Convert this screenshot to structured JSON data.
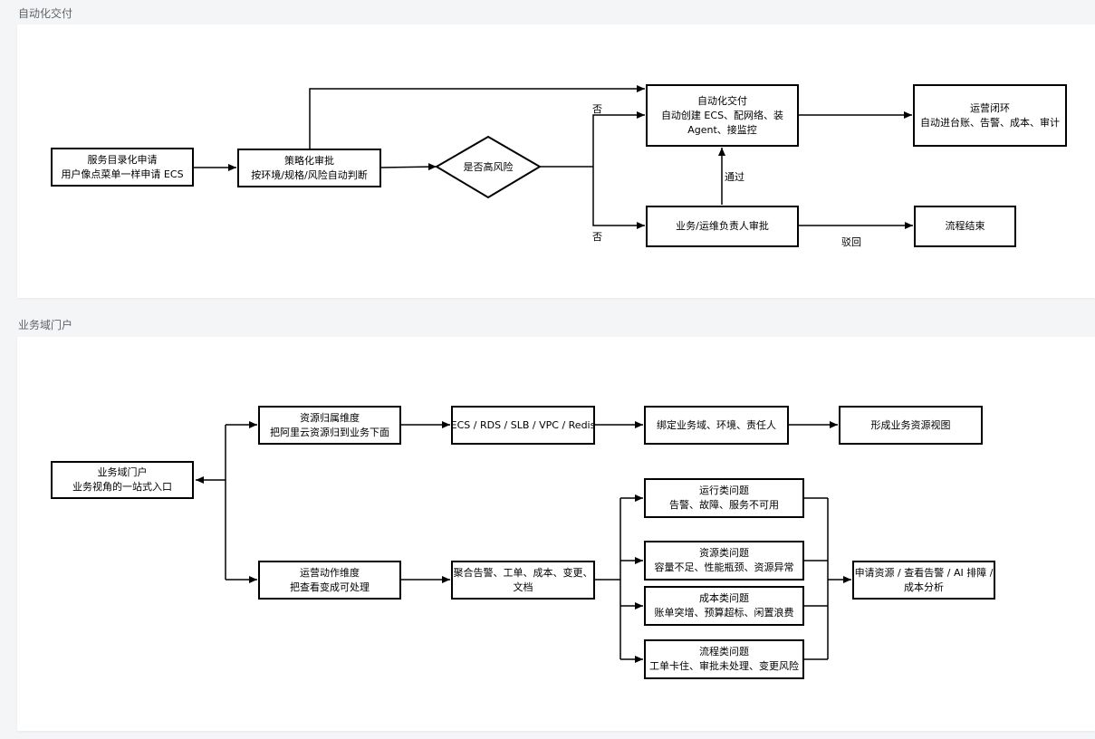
{
  "sections": {
    "delivery": {
      "title": "自动化交付",
      "nodes": {
        "catalog": {
          "line1": "服务目录化申请",
          "line2": "用户像点菜单一样申请 ECS"
        },
        "policy": {
          "line1": "策略化审批",
          "line2": "按环境/规格/风险自动判断"
        },
        "risk": {
          "label": "是否高风险"
        },
        "auto": {
          "line1": "自动化交付",
          "line2": "自动创建 ECS、配网络、装",
          "line3": "Agent、接监控"
        },
        "ops": {
          "line1": "运营闭环",
          "line2": "自动进台账、告警、成本、审计"
        },
        "approve": {
          "line1": "业务/运维负责人审批"
        },
        "end": {
          "line1": "流程结束"
        }
      },
      "edge_labels": {
        "no_top": "否",
        "no_bottom": "否",
        "pass": "通过",
        "reject": "驳回"
      }
    },
    "portal": {
      "title": "业务域门户",
      "nodes": {
        "portal": {
          "line1": "业务域门户",
          "line2": "业务视角的一站式入口"
        },
        "resource_dim": {
          "line1": "资源归属维度",
          "line2": "把阿里云资源归到业务下面"
        },
        "resource_types": {
          "line1": "ECS / RDS / SLB / VPC / Redis"
        },
        "bind": {
          "line1": "绑定业务域、环境、责任人"
        },
        "view": {
          "line1": "形成业务资源视图"
        },
        "action_dim": {
          "line1": "运营动作维度",
          "line2": "把查看变成可处理"
        },
        "aggregate": {
          "line1": "聚合告警、工单、成本、变更、",
          "line2": "文档"
        },
        "run_issue": {
          "line1": "运行类问题",
          "line2": "告警、故障、服务不可用"
        },
        "res_issue": {
          "line1": "资源类问题",
          "line2": "容量不足、性能瓶颈、资源异常"
        },
        "cost_issue": {
          "line1": "成本类问题",
          "line2": "账单突增、预算超标、闲置浪费"
        },
        "flow_issue": {
          "line1": "流程类问题",
          "line2": "工单卡住、审批未处理、变更风险"
        },
        "actions": {
          "line1": "申请资源 / 查看告警 / AI 排障 /",
          "line2": "成本分析"
        }
      }
    }
  }
}
